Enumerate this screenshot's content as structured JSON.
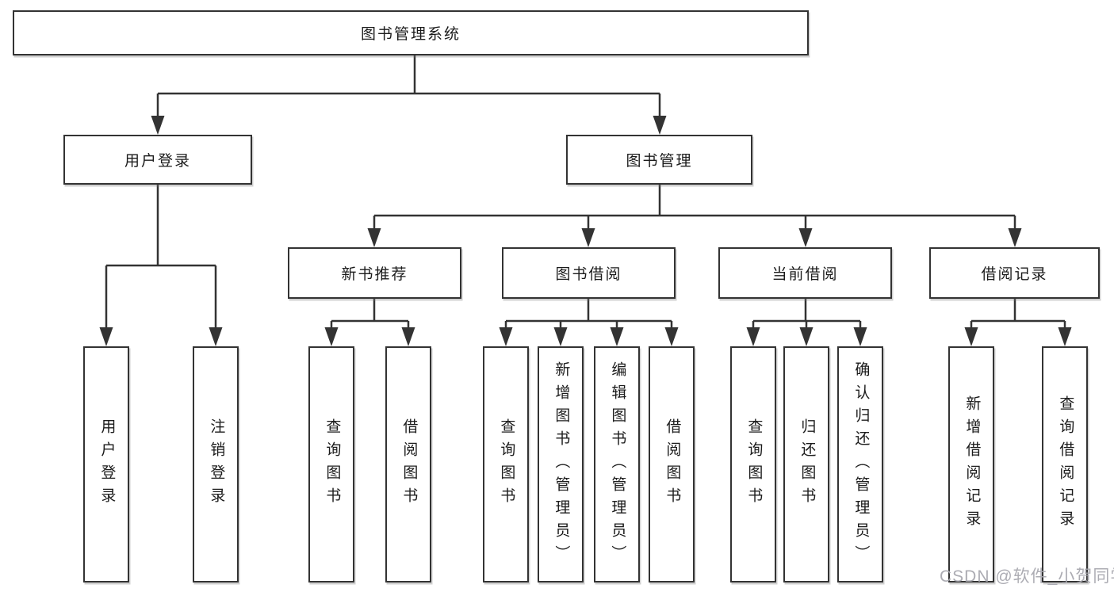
{
  "colors": {
    "line": "#333333",
    "box_border": "#333333",
    "text": "#1b1b1b",
    "background": "#ffffff",
    "watermark": "#a5a5ac"
  },
  "tree": {
    "root": {
      "label": "图书管理系统",
      "children": [
        {
          "label": "用户登录",
          "children": [
            {
              "label": "用户登录"
            },
            {
              "label": "注销登录"
            }
          ]
        },
        {
          "label": "图书管理",
          "children": [
            {
              "label": "新书推荐",
              "children": [
                {
                  "label": "查询图书"
                },
                {
                  "label": "借阅图书"
                }
              ]
            },
            {
              "label": "图书借阅",
              "children": [
                {
                  "label": "查询图书"
                },
                {
                  "label": "新增图书（管理员）"
                },
                {
                  "label": "编辑图书（管理员）"
                },
                {
                  "label": "借阅图书"
                }
              ]
            },
            {
              "label": "当前借阅",
              "children": [
                {
                  "label": "查询图书"
                },
                {
                  "label": "归还图书"
                },
                {
                  "label": "确认归还（管理员）"
                }
              ]
            },
            {
              "label": "借阅记录",
              "children": [
                {
                  "label": "新增借阅记录"
                },
                {
                  "label": "查询借阅记录"
                }
              ]
            }
          ]
        }
      ]
    }
  },
  "watermark": {
    "text": "CSDN @软件_小贺同学"
  }
}
